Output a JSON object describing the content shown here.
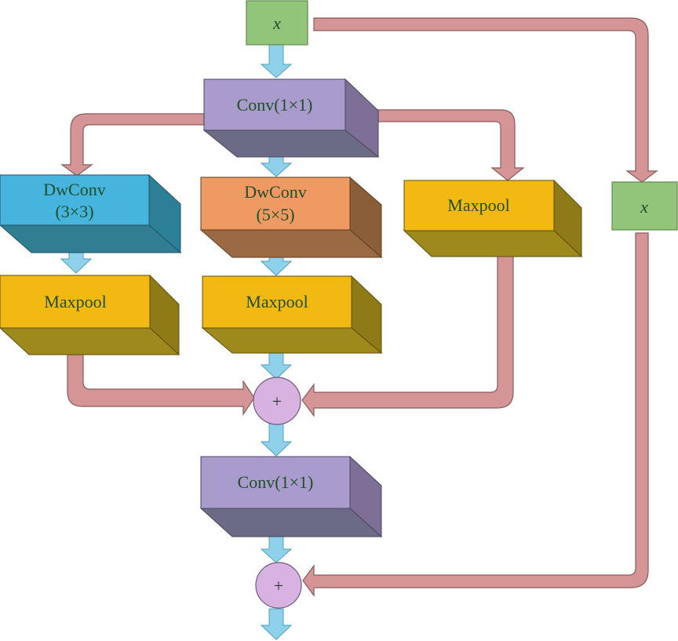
{
  "input_label": "x",
  "skip_label": "x",
  "conv_top_label": "Conv(1×1)",
  "dwconv3": {
    "line1": "DwConv",
    "line2": "(3×3)"
  },
  "dwconv5": {
    "line1": "DwConv",
    "line2": "(5×5)"
  },
  "maxpool_right_label": "Maxpool",
  "maxpool_left_label": "Maxpool",
  "maxpool_mid_label": "Maxpool",
  "add1_symbol": "+",
  "conv_bottom_label": "Conv(1×1)",
  "add2_symbol": "+",
  "colors": {
    "input_box": "#92c47a",
    "conv": "#a99ccc",
    "dwconv3": "#46b4dd",
    "dwconv5": "#f09a63",
    "maxpool": "#f2b912",
    "add_node": "#d8b3e2",
    "down_arrow": "#8fd0ea",
    "skip_pipe": "#d59596",
    "text": "#1f4f2a"
  }
}
